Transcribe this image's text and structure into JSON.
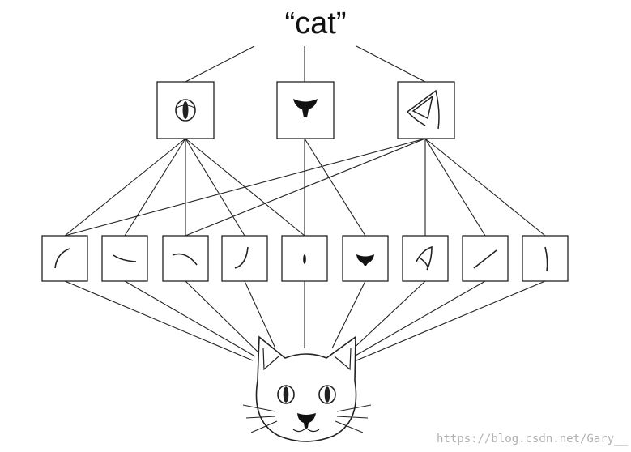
{
  "root": {
    "label": "“cat”"
  },
  "mid_features": [
    {
      "id": "eye",
      "icon": "cat-eye-icon"
    },
    {
      "id": "nose",
      "icon": "cat-nose-icon"
    },
    {
      "id": "ear",
      "icon": "cat-ear-icon"
    }
  ],
  "low_features": [
    {
      "id": "curve-up",
      "icon": "curve-stroke-icon"
    },
    {
      "id": "curve-flat",
      "icon": "flat-curve-icon"
    },
    {
      "id": "arc",
      "icon": "arc-stroke-icon"
    },
    {
      "id": "hook",
      "icon": "hook-stroke-icon"
    },
    {
      "id": "pupil",
      "icon": "vertical-pupil-icon"
    },
    {
      "id": "nose-blob",
      "icon": "nose-blob-icon"
    },
    {
      "id": "ear-point",
      "icon": "ear-point-icon"
    },
    {
      "id": "diagonal",
      "icon": "diagonal-stroke-icon"
    },
    {
      "id": "vertical",
      "icon": "vertical-stroke-icon"
    }
  ],
  "connections": {
    "low_to_mid": [
      [
        0,
        0
      ],
      [
        1,
        0
      ],
      [
        2,
        0
      ],
      [
        3,
        0
      ],
      [
        4,
        0
      ],
      [
        4,
        1
      ],
      [
        5,
        1
      ],
      [
        0,
        2
      ],
      [
        2,
        2
      ],
      [
        6,
        2
      ],
      [
        7,
        2
      ],
      [
        8,
        2
      ]
    ]
  },
  "input": {
    "icon": "cat-face-icon"
  },
  "watermark": "https://blog.csdn.net/Gary__"
}
